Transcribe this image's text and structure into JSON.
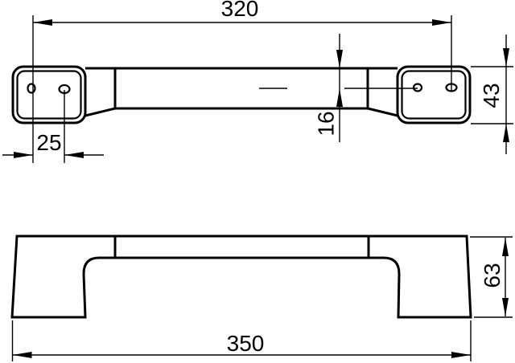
{
  "drawing": {
    "type": "technical-dimension-drawing",
    "subject": "handle with two mounting plates, top view and front view",
    "colors": {
      "background": "#ffffff",
      "line": "#000000"
    },
    "dimensions": {
      "top_view": {
        "hole_span": "320",
        "plate_hole_spacing": "25",
        "hole_to_front_edge": "16",
        "plate_depth": "43"
      },
      "front_view": {
        "overall_length": "350",
        "overall_height": "63"
      }
    }
  }
}
